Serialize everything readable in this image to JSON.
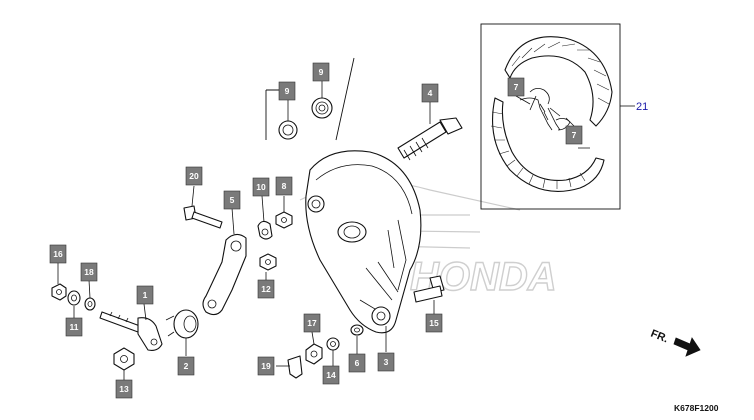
{
  "diagram": {
    "callouts": [
      {
        "id": "c1",
        "label": "1"
      },
      {
        "id": "c2",
        "label": "2"
      },
      {
        "id": "c3",
        "label": "3"
      },
      {
        "id": "c4",
        "label": "4"
      },
      {
        "id": "c5",
        "label": "5"
      },
      {
        "id": "c6",
        "label": "6"
      },
      {
        "id": "c7a",
        "label": "7"
      },
      {
        "id": "c7b",
        "label": "7"
      },
      {
        "id": "c8",
        "label": "8"
      },
      {
        "id": "c9a",
        "label": "9"
      },
      {
        "id": "c9b",
        "label": "9"
      },
      {
        "id": "c10",
        "label": "10"
      },
      {
        "id": "c11",
        "label": "11"
      },
      {
        "id": "c12",
        "label": "12"
      },
      {
        "id": "c13",
        "label": "13"
      },
      {
        "id": "c14",
        "label": "14"
      },
      {
        "id": "c15",
        "label": "15"
      },
      {
        "id": "c16",
        "label": "16"
      },
      {
        "id": "c17",
        "label": "17"
      },
      {
        "id": "c18",
        "label": "18"
      },
      {
        "id": "c19",
        "label": "19"
      },
      {
        "id": "c20",
        "label": "20"
      }
    ],
    "reference_label": "21",
    "direction_label": "FR.",
    "diagram_code": "K678F1200",
    "watermark_text": "HONDA"
  },
  "colors": {
    "callout_fill": "#7a7a7a",
    "callout_text": "#ffffff",
    "reference_label": "#1a1aa8",
    "line": "#111111",
    "watermark": "#cccccc"
  }
}
